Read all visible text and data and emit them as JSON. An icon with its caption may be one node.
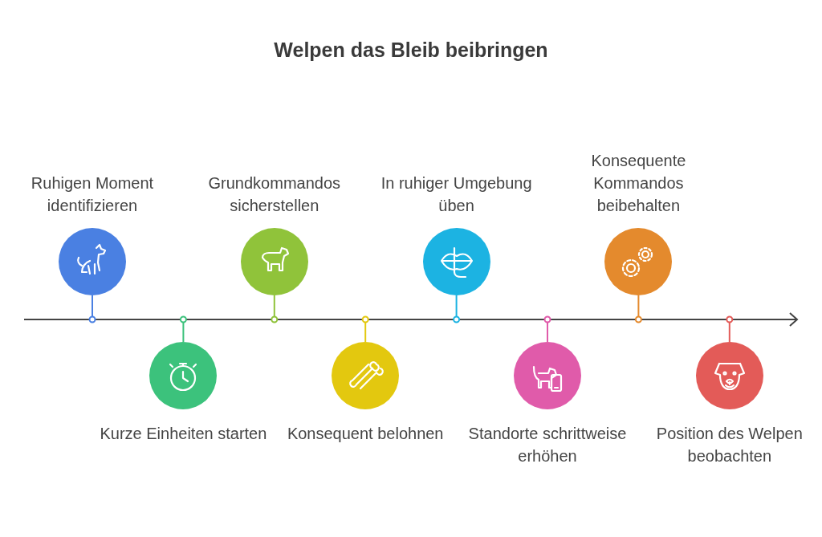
{
  "diagram": {
    "title": "Welpen das Bleib beibringen",
    "nodes": [
      {
        "text": [
          "Ruhigen Moment identifizieren"
        ]
      },
      {
        "text": [
          "Kurze Einheiten starten"
        ]
      },
      {
        "text": [
          "Grundkommandos sicherstellen"
        ]
      },
      {
        "text": [
          "Konsequent belohnen"
        ]
      },
      {
        "text": [
          "In ruhiger Umgebung üben"
        ]
      },
      {
        "text": [
          "Standorte schrittweise erhöhen"
        ]
      },
      {
        "text": [
          "Konsequente Kommandos beibehalten"
        ]
      },
      {
        "text": [
          "Position des Welpen beobachten"
        ]
      }
    ]
  }
}
